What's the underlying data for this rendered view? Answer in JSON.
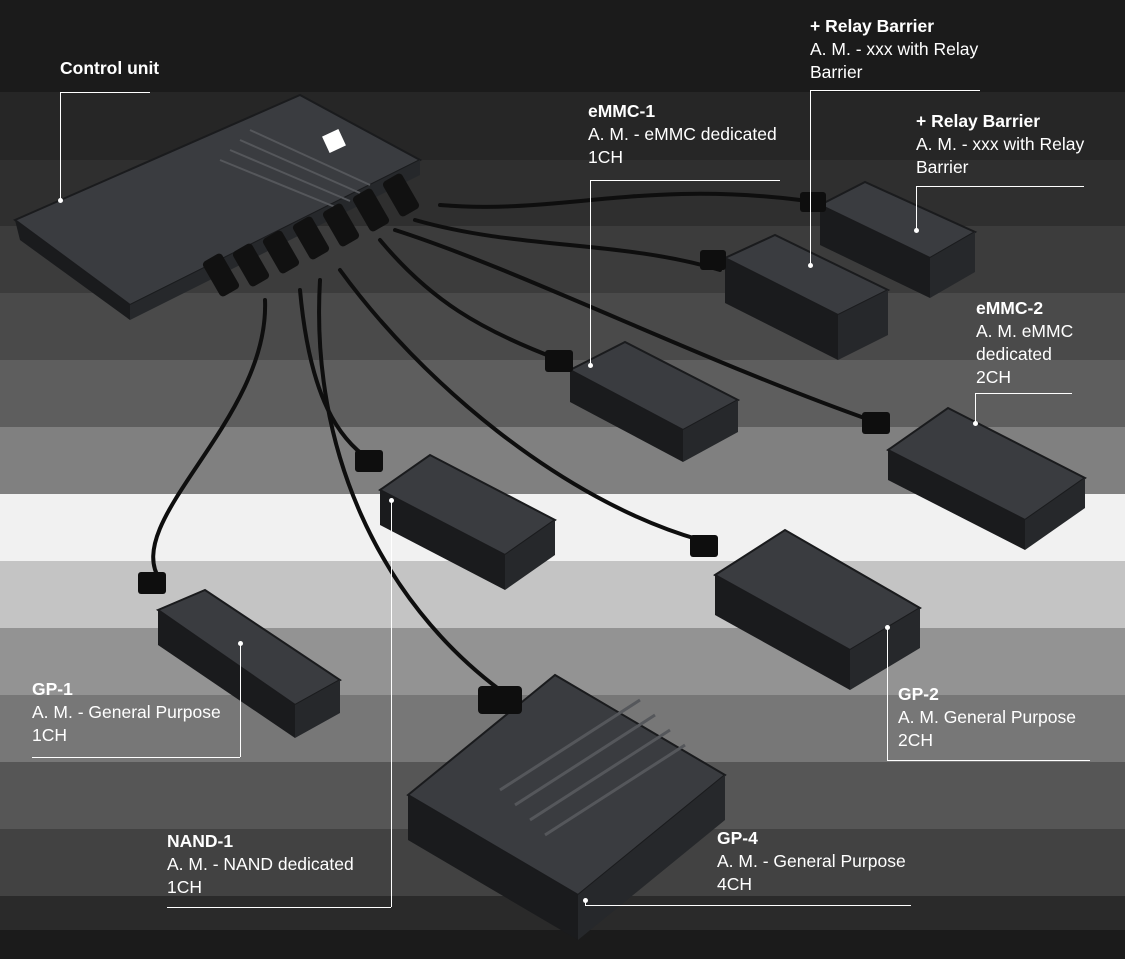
{
  "bands": [
    "#1b1b1b",
    "#262626",
    "#2f2f2f",
    "#3c3c3c",
    "#4a4a4a",
    "#5e5e5e",
    "#808080",
    "#f1f1f1",
    "#c4c4c4",
    "#939393",
    "#777777",
    "#565656",
    "#424242",
    "#2a2a2a",
    "#1b1b1b"
  ],
  "colors": {
    "label": "#ffffff",
    "device": "#2b2d30",
    "device_top": "#3a3c40",
    "device_edge": "#1a1b1d",
    "cable": "#101010",
    "accent": "#ffffff"
  },
  "control_unit": {
    "title": "Control unit",
    "brand_icon": "smh-logo-icon"
  },
  "modules": [
    {
      "id": "relay-1",
      "title": "+ Relay Barrier",
      "desc": "A. M. - xxx with Relay\nBarrier"
    },
    {
      "id": "relay-2",
      "title": "+ Relay Barrier",
      "desc": "A. M. - xxx with Relay\nBarrier"
    },
    {
      "id": "emmc-1",
      "title": "eMMC-1",
      "desc": "A. M. - eMMC dedicated\n1CH"
    },
    {
      "id": "emmc-2",
      "title": "eMMC-2",
      "desc": "A. M. eMMC\ndedicated\n2CH"
    },
    {
      "id": "gp-1",
      "title": "GP-1",
      "desc": "A. M. - General Purpose\n1CH"
    },
    {
      "id": "gp-2",
      "title": "GP-2",
      "desc": "A. M. General Purpose\n2CH"
    },
    {
      "id": "nand-1",
      "title": "NAND-1",
      "desc": "A. M. - NAND dedicated\n1CH"
    },
    {
      "id": "gp-4",
      "title": "GP-4",
      "desc": "A. M. - General Purpose\n4CH"
    }
  ]
}
